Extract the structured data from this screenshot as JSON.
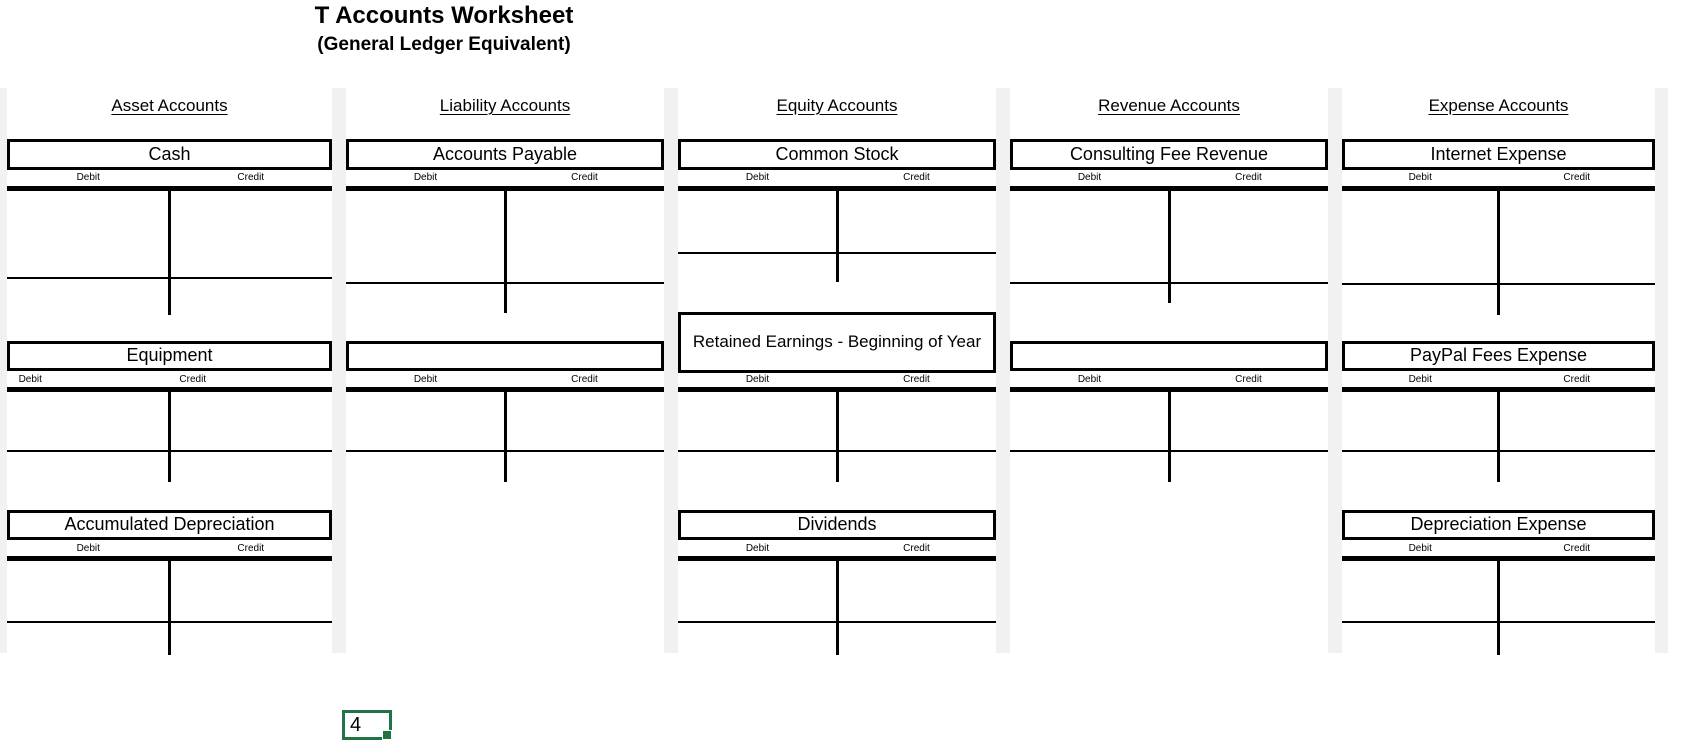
{
  "title": "T Accounts Worksheet",
  "subtitle": "(General Ledger Equivalent)",
  "labels": {
    "debit": "Debit",
    "credit": "Credit"
  },
  "columns": [
    {
      "header": "Asset Accounts",
      "accounts": [
        {
          "name": "Cash"
        },
        {
          "name": "Equipment",
          "dc_shift": true
        },
        {
          "name": "Accumulated Depreciation"
        }
      ]
    },
    {
      "header": "Liability Accounts",
      "accounts": [
        {
          "name": "Accounts Payable"
        },
        {
          "name": ""
        }
      ]
    },
    {
      "header": "Equity Accounts",
      "accounts": [
        {
          "name": "Common Stock"
        },
        {
          "name": "Retained Earnings - Beginning of Year",
          "tall_box": true
        },
        {
          "name": "Dividends"
        }
      ]
    },
    {
      "header": "Revenue Accounts",
      "accounts": [
        {
          "name": "Consulting Fee Revenue"
        },
        {
          "name": ""
        }
      ]
    },
    {
      "header": "Expense Accounts",
      "accounts": [
        {
          "name": "Internet Expense"
        },
        {
          "name": "PayPal Fees Expense"
        },
        {
          "name": "Depreciation Expense"
        }
      ]
    }
  ],
  "selected_cell": {
    "value": "4"
  },
  "colors": {
    "selection_green": "#217346",
    "gutter_gray": "#f1f1f1",
    "ink": "#000000"
  }
}
